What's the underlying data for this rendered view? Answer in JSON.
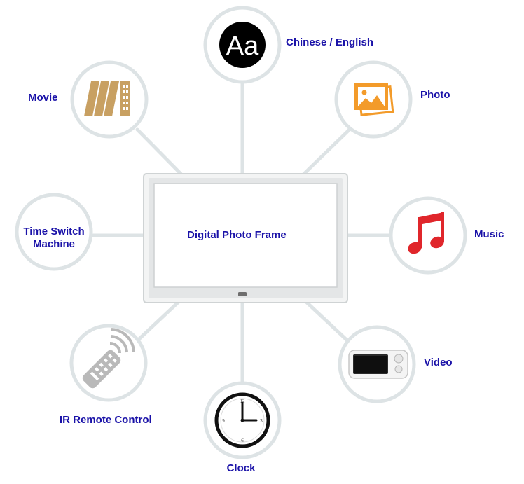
{
  "center": {
    "label": "Digital Photo Frame"
  },
  "features": {
    "language": {
      "label": "Chinese / English",
      "icon": "letters-aa-icon",
      "glyph": "Aa"
    },
    "photo": {
      "label": "Photo",
      "icon": "photo-icon"
    },
    "music": {
      "label": "Music",
      "icon": "music-notes-icon"
    },
    "video": {
      "label": "Video",
      "icon": "video-player-icon"
    },
    "clock": {
      "label": "Clock",
      "icon": "clock-icon",
      "dial": [
        "12",
        "3",
        "6",
        "9"
      ]
    },
    "remote": {
      "label": "IR Remote Control",
      "icon": "ir-remote-icon"
    },
    "timer": {
      "label_line1": "Time Switch",
      "label_line2": "Machine"
    },
    "movie": {
      "label": "Movie",
      "icon": "film-strip-icon"
    }
  },
  "colors": {
    "label": "#1a12a8",
    "connector": "#dde3e5",
    "ring": "#dde3e5",
    "frame": "#e9eaeb",
    "movie": "#c8a062",
    "photo": "#f39b2a",
    "music": "#e0262b",
    "remote": "#b9b9b9",
    "clock": "#111111"
  }
}
